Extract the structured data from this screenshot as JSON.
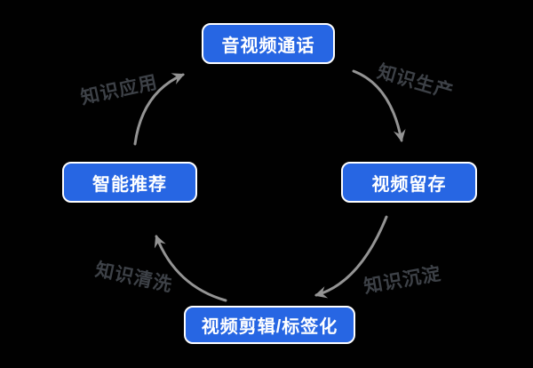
{
  "colors": {
    "background": "#010101",
    "node_fill": "#2766e3",
    "node_border": "#ffffff",
    "node_text": "#ffffff",
    "arrow": "#949494",
    "edge_label_text": "#3d4147"
  },
  "nodes": [
    {
      "id": "audio-video-call",
      "label": "音视频通话",
      "position": "top"
    },
    {
      "id": "video-retention",
      "label": "视频留存",
      "position": "right"
    },
    {
      "id": "video-editing-tagging",
      "label": "视频剪辑/标签化",
      "position": "bottom"
    },
    {
      "id": "smart-recommendation",
      "label": "智能推荐",
      "position": "left"
    }
  ],
  "edges": [
    {
      "from": "音视频通话",
      "to": "视频留存",
      "label": "知识生产"
    },
    {
      "from": "视频留存",
      "to": "视频剪辑/标签化",
      "label": "知识沉淀"
    },
    {
      "from": "视频剪辑/标签化",
      "to": "智能推荐",
      "label": "知识清洗"
    },
    {
      "from": "智能推荐",
      "to": "音视频通话",
      "label": "知识应用"
    }
  ]
}
